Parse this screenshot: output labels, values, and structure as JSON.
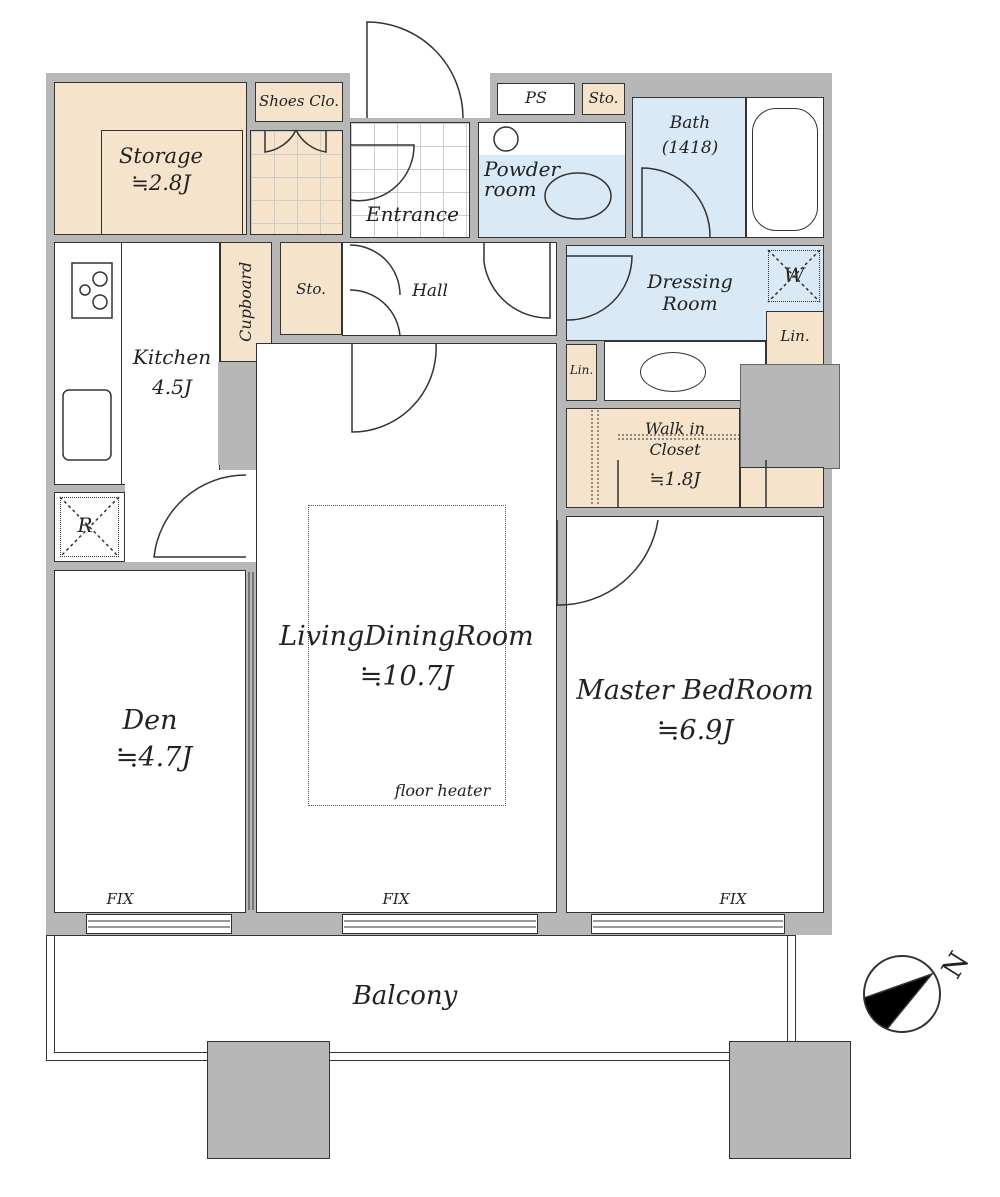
{
  "rooms": {
    "storage": {
      "name": "Storage",
      "size": "≒2.8J"
    },
    "shoes": "Shoes Clo.",
    "entrance": "Entrance",
    "ps": "PS",
    "sto_top": "Sto.",
    "powder": [
      "Powder",
      "room"
    ],
    "bath": {
      "name": "Bath",
      "size": "(1418)"
    },
    "kitchen": {
      "name": "Kitchen",
      "size": "4.5J"
    },
    "cupboard": "Cupboard",
    "sto_hall": "Sto.",
    "hall": "Hall",
    "dressing": [
      "Dressing",
      "Room"
    ],
    "washer": "W",
    "lin_right": "Lin.",
    "lin_left": "Lin.",
    "wic": {
      "name1": "Walk in",
      "name2": "Closet",
      "size": "≒1.8J"
    },
    "fridge": "R",
    "ldr": {
      "name": "LivingDiningRoom",
      "size": "≒10.7J",
      "heater": "floor heater"
    },
    "den": {
      "name": "Den",
      "size": "≒4.7J"
    },
    "master": {
      "name": "Master BedRoom",
      "size": "≒6.9J"
    },
    "balcony": "Balcony"
  },
  "windows": {
    "den": "FIX",
    "ldr": "FIX",
    "master": "FIX"
  },
  "compass": "N",
  "colors": {
    "storage": "#f5e3cc",
    "wet": "#d9e9f5",
    "wall": "#b7b7b7"
  }
}
